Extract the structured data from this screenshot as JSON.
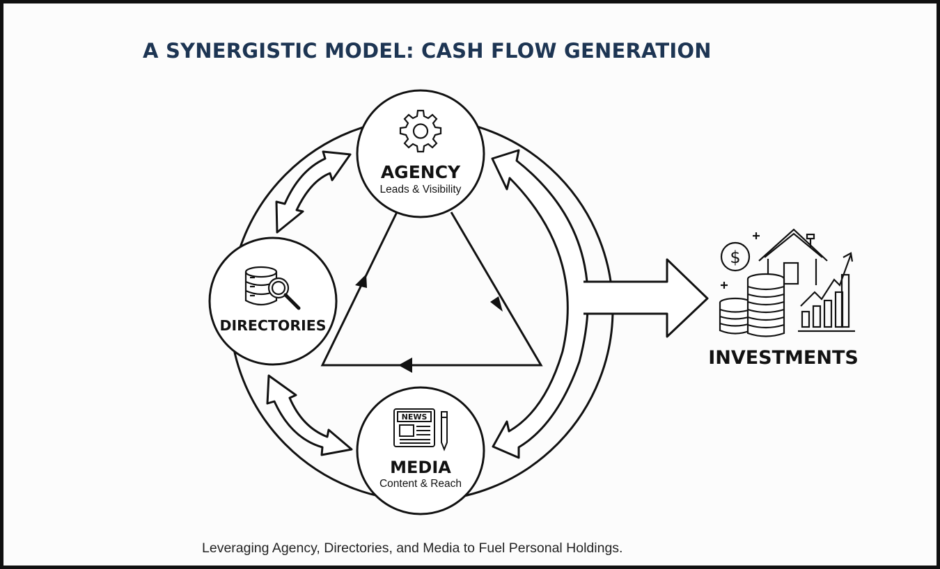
{
  "title": "A SYNERGISTIC MODEL: CASH FLOW GENERATION",
  "nodes": {
    "agency": {
      "title": "AGENCY",
      "subtitle": "Leads & Visibility",
      "icon": "gear-icon"
    },
    "directories": {
      "title": "DIRECTORIES",
      "icon": "database-search-icon"
    },
    "media": {
      "title": "MEDIA",
      "subtitle": "Content & Reach",
      "icon": "newspaper-icon",
      "icon_text": "NEWS"
    },
    "investments": {
      "title": "INVESTMENTS",
      "icons": [
        "dollar-coin-icon",
        "house-icon",
        "coin-stack-icon",
        "growth-chart-icon"
      ]
    }
  },
  "caption": "Leveraging Agency, Directories, and Media to Fuel Personal Holdings.",
  "colors": {
    "title": "#1d3553",
    "stroke": "#111111",
    "background": "#fcfcfc"
  }
}
